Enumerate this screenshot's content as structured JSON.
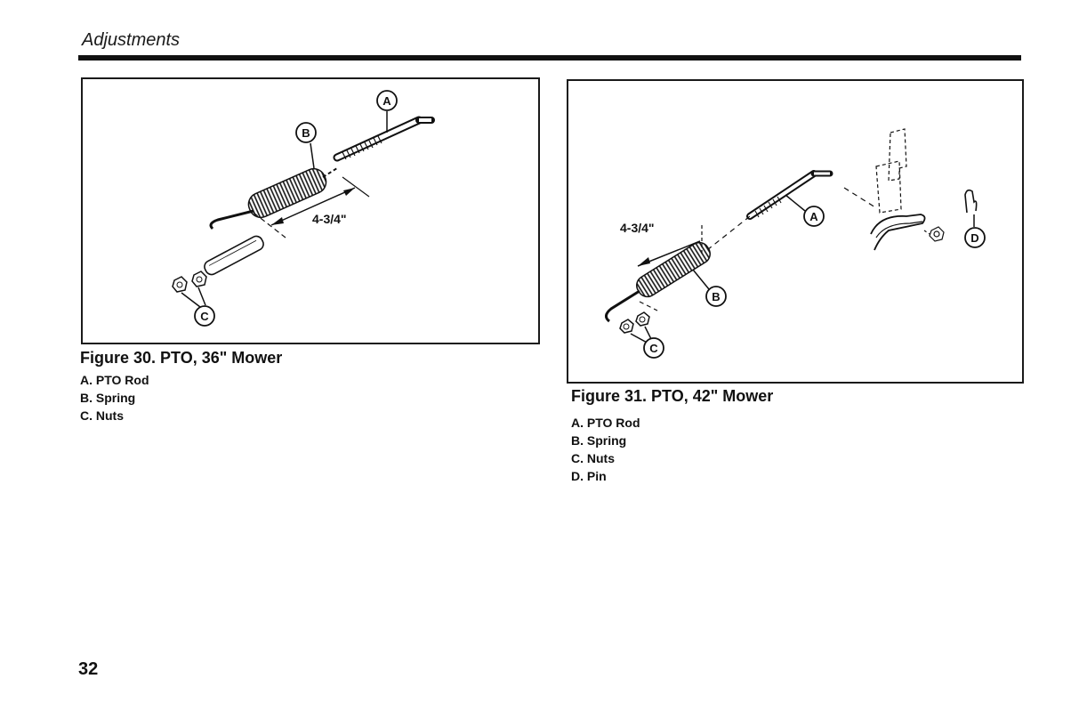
{
  "header": {
    "section_title": "Adjustments"
  },
  "figure30": {
    "caption": "Figure 30. PTO, 36\" Mower",
    "dimension": "4-3/4\"",
    "callouts": {
      "a": "A",
      "b": "B",
      "c": "C"
    },
    "legend": [
      "A. PTO Rod",
      "B. Spring",
      "C. Nuts"
    ]
  },
  "figure31": {
    "caption": "Figure 31. PTO, 42\" Mower",
    "dimension": "4-3/4\"",
    "callouts": {
      "a": "A",
      "b": "B",
      "c": "C",
      "d": "D"
    },
    "legend": [
      "A. PTO Rod",
      "B. Spring",
      "C. Nuts",
      "D. Pin"
    ]
  },
  "footer": {
    "page_number": "32"
  }
}
